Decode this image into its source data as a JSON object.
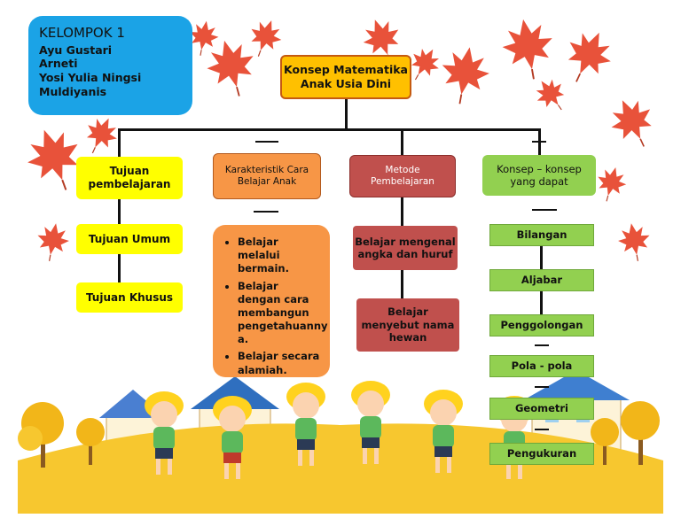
{
  "group": {
    "title": "KELOMPOK 1",
    "members": [
      "Ayu Gustari",
      "Arneti",
      "Yosi Yulia Ningsi",
      "Muldiyanis"
    ]
  },
  "root": {
    "label_line1": "Konsep Matematika",
    "label_line2": "Anak Usia Dini"
  },
  "branches": {
    "tujuan": {
      "header_line1": "Tujuan",
      "header_line2": "pembelajaran",
      "children": [
        "Tujuan Umum",
        "Tujuan Khusus"
      ]
    },
    "karakteristik": {
      "header_line1": "Karakteristik Cara",
      "header_line2": "Belajar Anak",
      "bullets": [
        "Belajar melalui bermain.",
        "Belajar dengan cara membangun pengetahuanny a.",
        "Belajar secara alamiah."
      ]
    },
    "metode": {
      "header_line1": "Metode",
      "header_line2": "Pembelajaran",
      "child1_line1": "Belajar mengenal",
      "child1_line2": "angka dan huruf",
      "child2_line1": "Belajar",
      "child2_line2": "menyebut nama",
      "child2_line3": "hewan"
    },
    "konsep": {
      "header_line1": "Konsep – konsep",
      "header_line2": "yang dapat",
      "children": [
        "Bilangan",
        "Aljabar",
        "Penggolongan",
        "Pola - pola",
        "Geometri",
        "Pengukuran"
      ]
    }
  },
  "colors": {
    "group_box": "#1ba3e6",
    "root_box": "#ffc000",
    "yellow_box": "#ffff00",
    "orange_box": "#f79646",
    "red_box": "#c0504d",
    "green_box": "#92d050",
    "leaf": "#e8523a",
    "ground": "#f7c72f"
  }
}
